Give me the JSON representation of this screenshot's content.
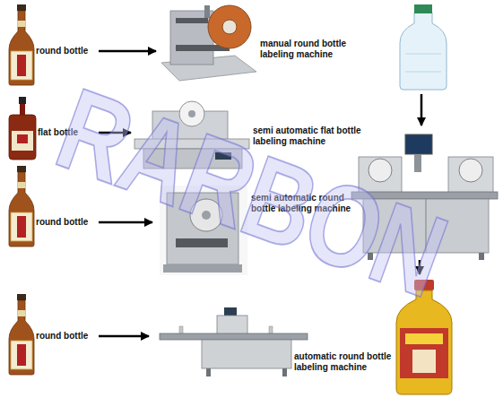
{
  "diagram": {
    "nodes": [
      {
        "text": [
          "round bottle"
        ]
      },
      {
        "text": [
          "manual round bottle labeling machine"
        ]
      },
      {
        "text": [
          "flat bottle"
        ]
      },
      {
        "text": [
          "semi automatic flat bottle labeling machine"
        ]
      },
      {
        "text": [
          "round bottle"
        ]
      },
      {
        "text": [
          "semi automatic round bottle labeling machine"
        ]
      },
      {
        "text": [
          "round bottle"
        ]
      },
      {
        "text": [
          "automatic round bottle labeling machine"
        ]
      }
    ],
    "edges": [
      {
        "from": 0,
        "to": 1,
        "arrow": "to"
      },
      {
        "from": 2,
        "to": 3,
        "arrow": "to"
      },
      {
        "from": 4,
        "to": 5,
        "arrow": "to"
      },
      {
        "from": 6,
        "to": 7,
        "arrow": "to"
      }
    ],
    "labels": [
      "RARBON"
    ]
  }
}
